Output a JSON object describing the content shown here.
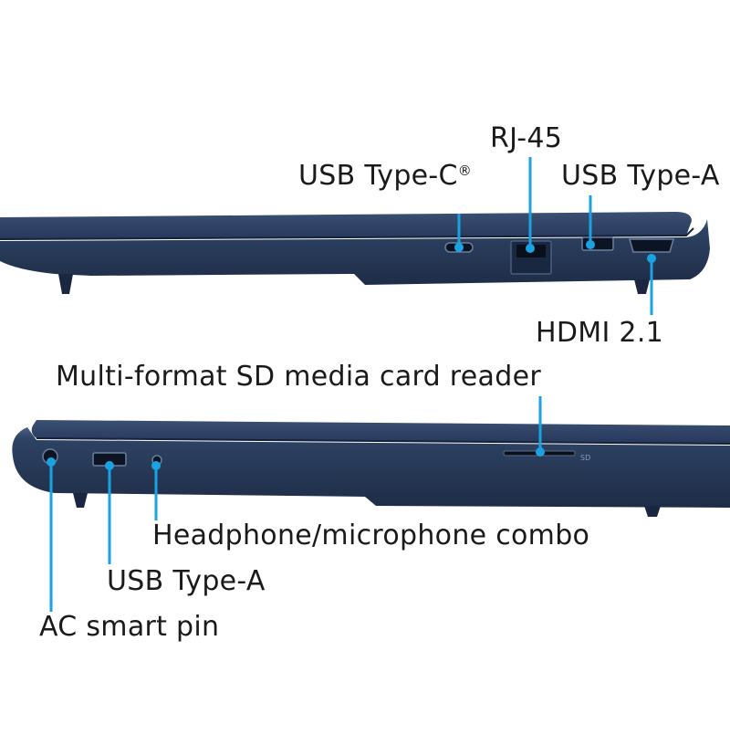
{
  "labels": {
    "usb_type_c": "USB Type-C",
    "usb_type_c_mark": "®",
    "rj45": "RJ-45",
    "usb_type_a_right": "USB Type-A",
    "hdmi": "HDMI 2.1",
    "sd_reader": "Multi-format SD media card reader",
    "headphone": "Headphone/microphone combo",
    "usb_type_a_left": "USB Type-A",
    "ac_pin": "AC smart pin"
  },
  "port_markings": {
    "sd_slot": "SD"
  },
  "colors": {
    "chassis": "#2b3d5c",
    "chassis_dark": "#1c2a42",
    "chassis_light": "#3e5378",
    "leader_line": "#1aa3e0",
    "leader_dot": "#1aa3e0",
    "text": "#1a1a1a"
  }
}
